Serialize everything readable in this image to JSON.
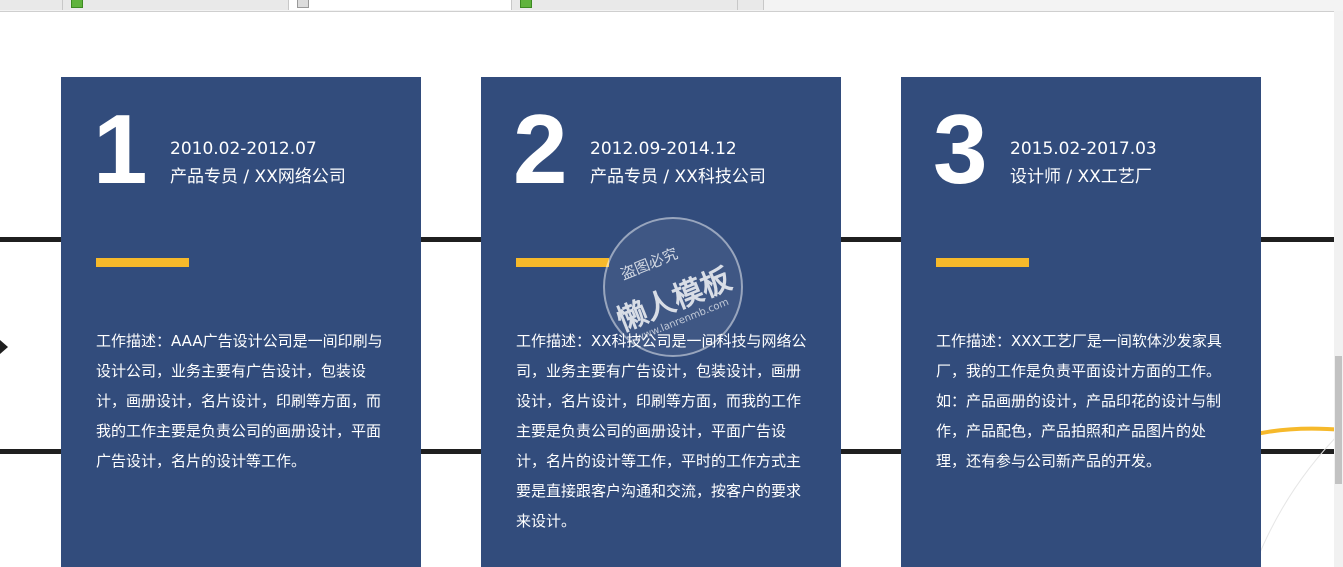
{
  "colors": {
    "card_bg": "#324c7c",
    "accent": "#f6b92b",
    "line": "#1f1f1f"
  },
  "cards": [
    {
      "number": "1",
      "date_range": "2010.02-2012.07",
      "role": "产品专员 / XX网络公司",
      "description": "工作描述：AAA广告设计公司是一间印刷与设计公司，业务主要有广告设计，包装设计，画册设计，名片设计，印刷等方面，而我的工作主要是负责公司的画册设计，平面广告设计，名片的设计等工作。"
    },
    {
      "number": "2",
      "date_range": "2012.09-2014.12",
      "role": "产品专员 / XX科技公司",
      "description": "工作描述：XX科技公司是一间科技与网络公司，业务主要有广告设计，包装设计，画册设计，名片设计，印刷等方面，而我的工作主要是负责公司的画册设计，平面广告设计，名片的设计等工作，平时的工作方式主要是直接跟客户沟通和交流，按客户的要求来设计。"
    },
    {
      "number": "3",
      "date_range": "2015.02-2017.03",
      "role": "设计师 / XX工艺厂",
      "description": "工作描述：XXX工艺厂是一间软体沙发家具厂，我的工作是负责平面设计方面的工作。如：产品画册的设计，产品印花的设计与制作，产品配色，产品拍照和产品图片的处理，还有参与公司新产品的开发。"
    }
  ],
  "watermark": {
    "line1": "盗图必究",
    "line2": "懒人模板",
    "url": "www.lanrenmb.com"
  }
}
